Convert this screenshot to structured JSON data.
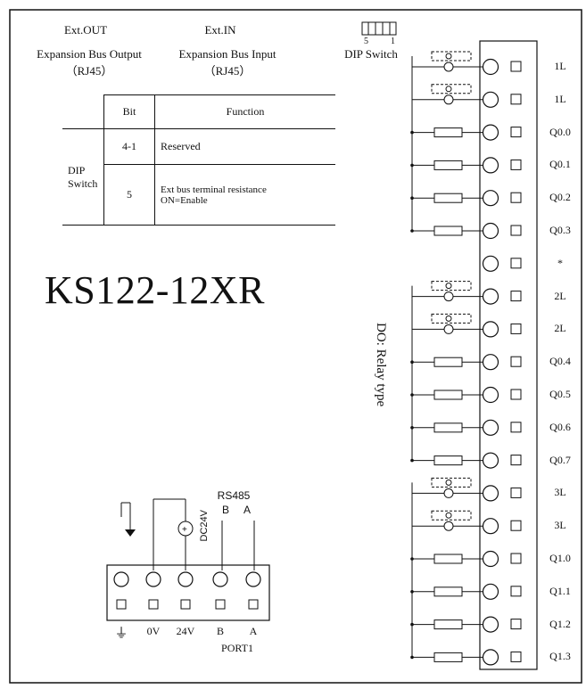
{
  "ports": {
    "out_short": "Ext.OUT",
    "out_long": "Expansion Bus Output",
    "out_conn": "（RJ45）",
    "in_short": "Ext.IN",
    "in_long": "Expansion Bus Input",
    "in_conn": "（RJ45）"
  },
  "dip_switch": {
    "label": "DIP Switch",
    "pin_high": "5",
    "pin_low": "1"
  },
  "dip_table": {
    "header_bit": "Bit",
    "header_function": "Function",
    "group_line1": "DIP",
    "group_line2": "Switch",
    "rows": [
      {
        "bit": "4-1",
        "function_line1": "Reserved",
        "function_line2": ""
      },
      {
        "bit": "5",
        "function_line1": "Ext bus terminal resistance",
        "function_line2": "ON=Enable"
      }
    ]
  },
  "model": "KS122-12XR",
  "do_label": "DO: Relay type",
  "terminals": [
    "1L",
    "1L",
    "Q0.0",
    "Q0.1",
    "Q0.2",
    "Q0.3",
    "*",
    "2L",
    "2L",
    "Q0.4",
    "Q0.5",
    "Q0.6",
    "Q0.7",
    "3L",
    "3L",
    "Q1.0",
    "Q1.1",
    "Q1.2",
    "Q1.3"
  ],
  "power": {
    "rs485_label": "RS485",
    "rs485_b": "B",
    "rs485_a": "A",
    "dc_label": "DC24V",
    "terminals": [
      "⏚",
      "0V",
      "24V",
      "B",
      "A"
    ],
    "port_label": "PORT1"
  }
}
